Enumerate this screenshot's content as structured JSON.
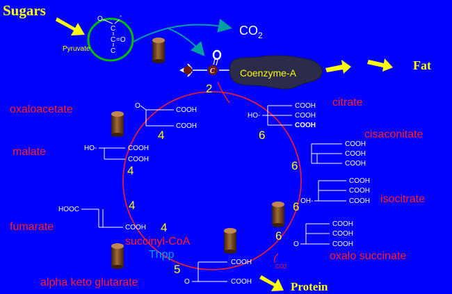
{
  "colors": {
    "background": "#0000ff",
    "yellow": "#ffff00",
    "red": "#ff2020",
    "white": "#ffffff",
    "teal": "#00a0a0",
    "green": "#00c000",
    "cyan": "#00a0ff",
    "coenzyme_blob": "#2b2b4a",
    "cylinder": "#7a4a22"
  },
  "labels": {
    "sugars": "Sugars",
    "pyruvate": "Pyruvate",
    "co2": "CO",
    "co2_sub": "2",
    "coenzyme": "Coenzyme-A",
    "fat": "Fat",
    "protein": "Protein",
    "thpp": "Thpp",
    "co2_small": "CO2"
  },
  "metabolites": {
    "oxaloacetate": "oxaloacetate",
    "citrate": "citrate",
    "cisaconitate": "cisaconitate",
    "malate": "malate",
    "isocitrate": "isocitrate",
    "fumarate": "fumarate",
    "succinyl_coa": "succinyl-CoA",
    "oxalo_succinate": "oxalo succinate",
    "alpha_keto_glutarate": "alpha keto glutarate"
  },
  "carbon_counts": {
    "acetyl": "2",
    "oxaloacetate": "4",
    "citrate": "6",
    "cisaconitate": "6",
    "isocitrate": "6",
    "oxalo_succinate": "6",
    "malate": "4",
    "fumarate": "4",
    "succinyl_coa": "4",
    "alpha_keto_glutarate": "5"
  },
  "chem": {
    "pyruvate_top_o": "O",
    "pyruvate_top_minus": "-",
    "pyruvate_c1": "C",
    "pyruvate_c2": "C",
    "pyruvate_keto_o": "=O",
    "pyruvate_c3": "C",
    "acetyl_o": "O",
    "acetyl_c": "C",
    "oxaloacetate_o": "O",
    "cooh": "COOH",
    "ho": "HO-",
    "oh": "OH-",
    "hooc": "HOOC",
    "keto_o": "O",
    "keto_o_eq": "O"
  }
}
